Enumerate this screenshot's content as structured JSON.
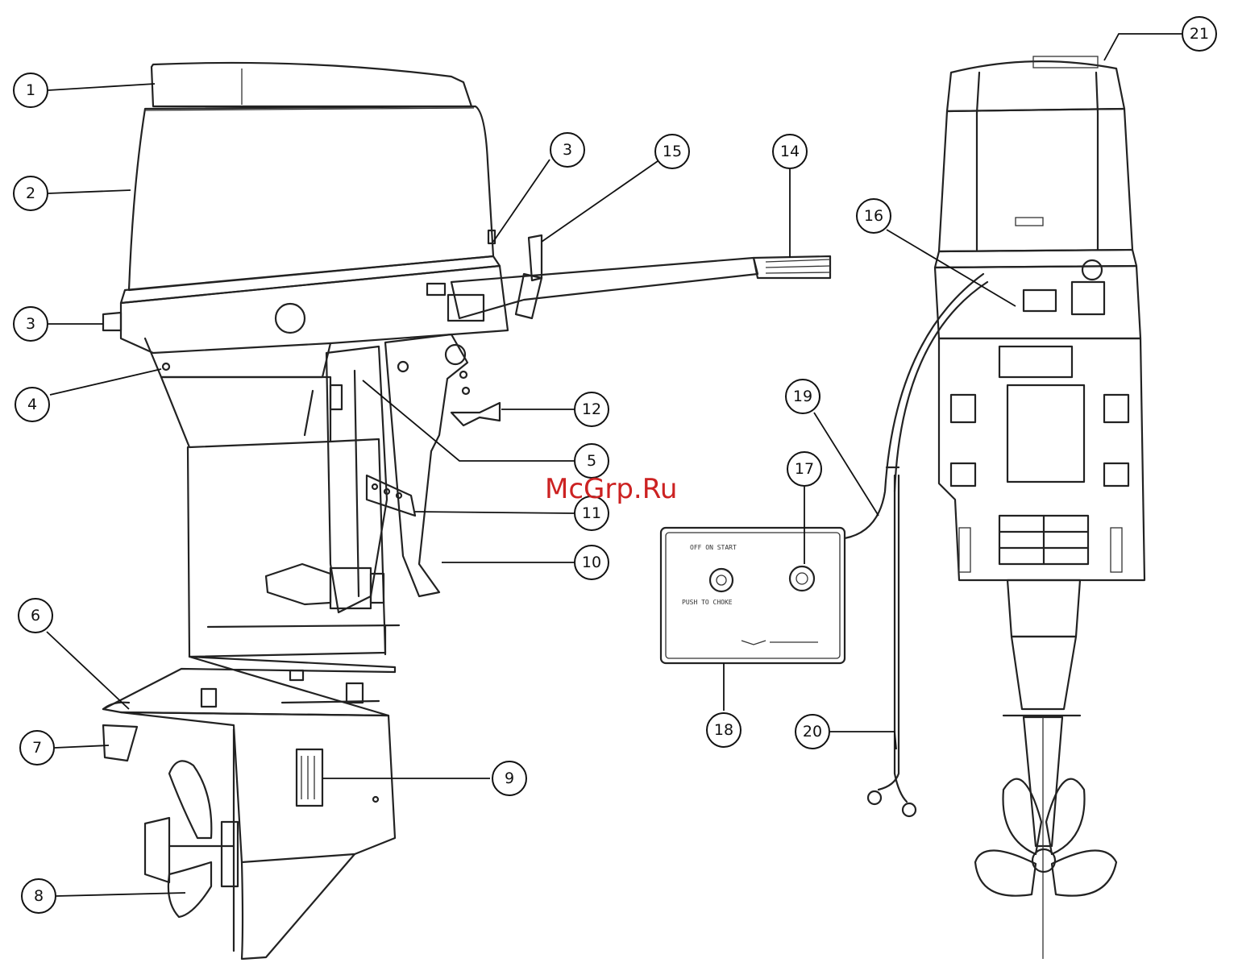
{
  "callouts": [
    {
      "id": "c1",
      "label": "1"
    },
    {
      "id": "c2",
      "label": "2"
    },
    {
      "id": "c3a",
      "label": "3"
    },
    {
      "id": "c3b",
      "label": "3"
    },
    {
      "id": "c4",
      "label": "4"
    },
    {
      "id": "c5",
      "label": "5"
    },
    {
      "id": "c6",
      "label": "6"
    },
    {
      "id": "c7",
      "label": "7"
    },
    {
      "id": "c8",
      "label": "8"
    },
    {
      "id": "c9",
      "label": "9"
    },
    {
      "id": "c10",
      "label": "10"
    },
    {
      "id": "c11",
      "label": "11"
    },
    {
      "id": "c12",
      "label": "12"
    },
    {
      "id": "c14",
      "label": "14"
    },
    {
      "id": "c15",
      "label": "15"
    },
    {
      "id": "c16",
      "label": "16"
    },
    {
      "id": "c17",
      "label": "17"
    },
    {
      "id": "c18",
      "label": "18"
    },
    {
      "id": "c19",
      "label": "19"
    },
    {
      "id": "c20",
      "label": "20"
    },
    {
      "id": "c21",
      "label": "21"
    }
  ],
  "panel": {
    "top_text": "OFF  ON  START",
    "bottom_text": "PUSH TO CHOKE"
  },
  "watermark": "McGrp.Ru"
}
